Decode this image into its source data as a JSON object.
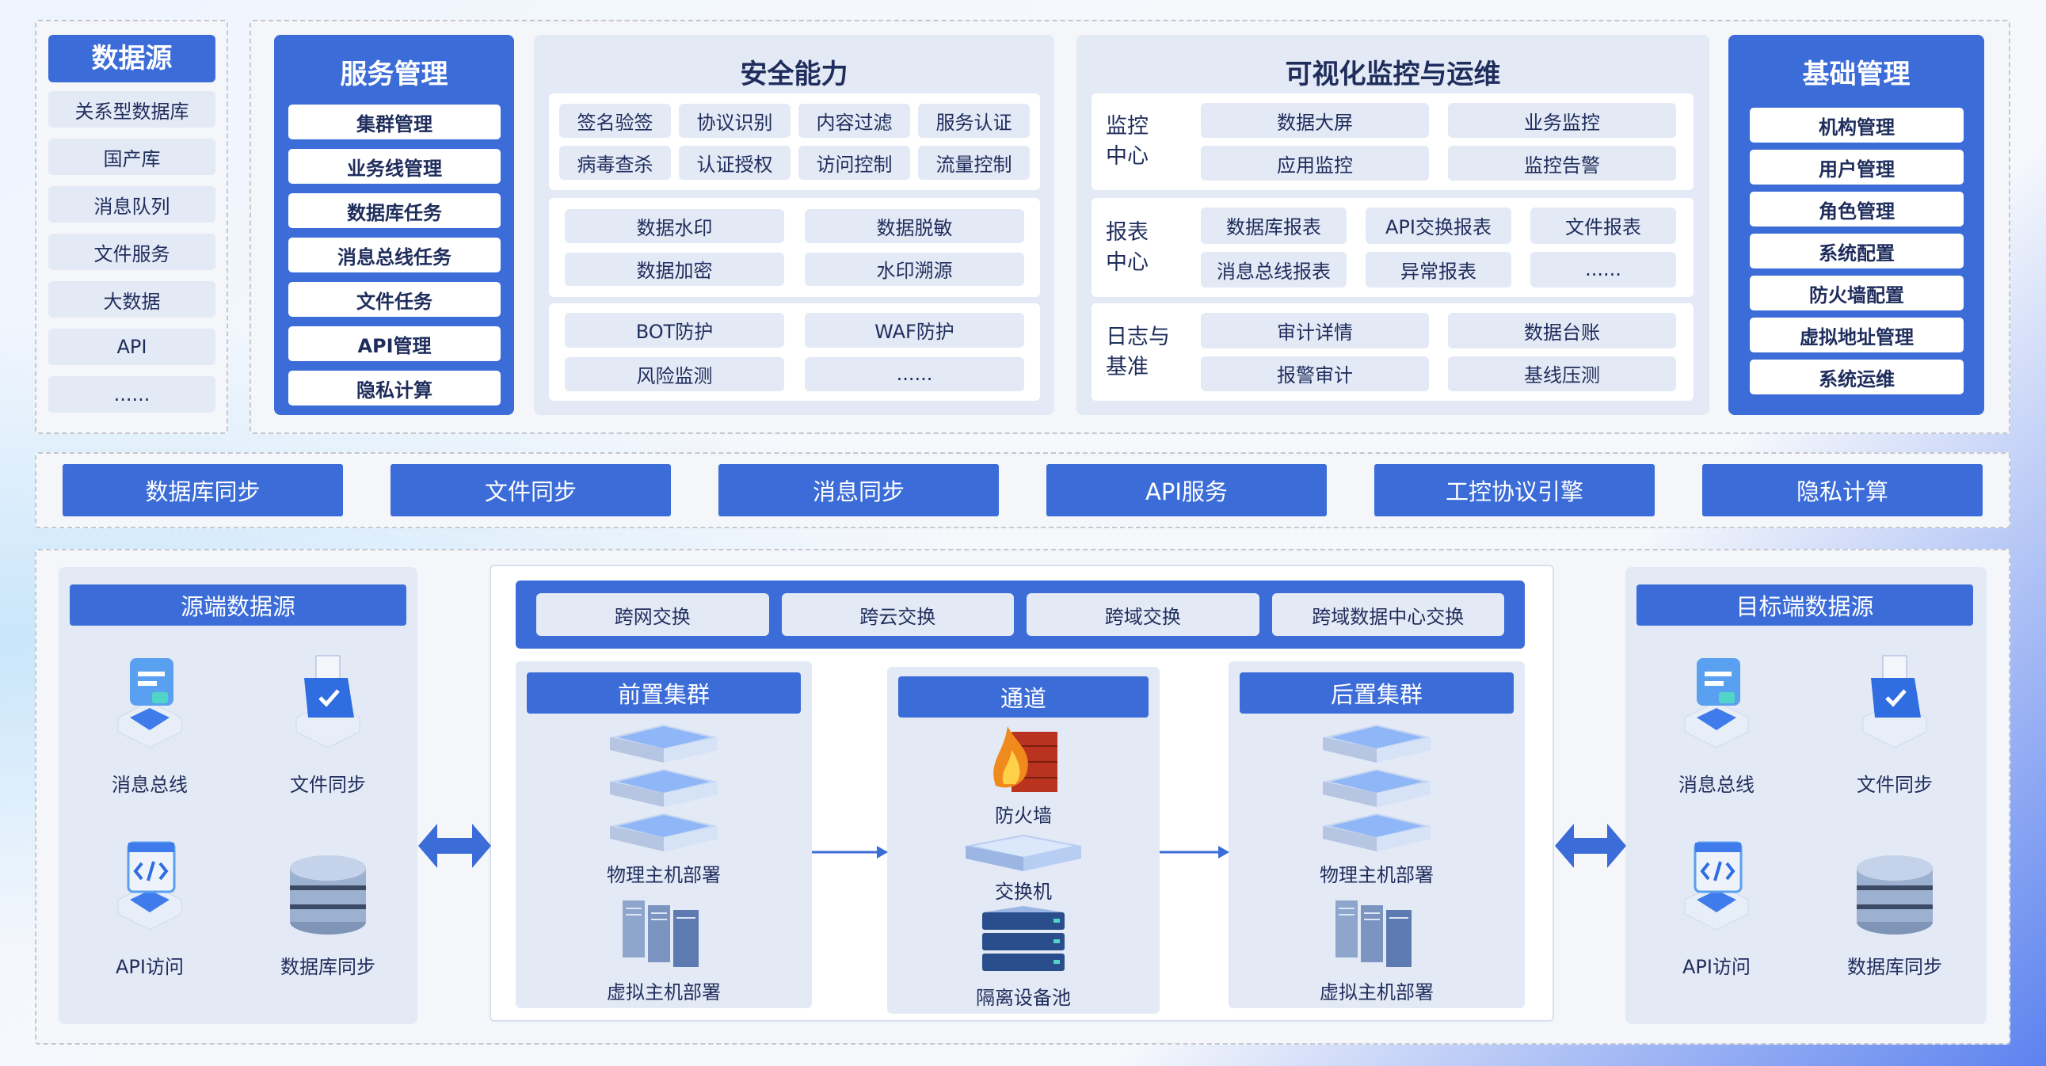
{
  "datasource": {
    "title": "数据源",
    "items": [
      "关系型数据库",
      "国产库",
      "消息队列",
      "文件服务",
      "大数据",
      "API",
      "......"
    ]
  },
  "service": {
    "title": "服务管理",
    "items": [
      "集群管理",
      "业务线管理",
      "数据库任务",
      "消息总线任务",
      "文件任务",
      "API管理",
      "隐私计算"
    ]
  },
  "security": {
    "title": "安全能力",
    "group1": [
      "签名验签",
      "协议识别",
      "内容过滤",
      "服务认证",
      "病毒查杀",
      "认证授权",
      "访问控制",
      "流量控制"
    ],
    "group2": [
      "数据水印",
      "数据脱敏",
      "数据加密",
      "水印溯源"
    ],
    "group3": [
      "BOT防护",
      "WAF防护",
      "风险监测",
      "......"
    ]
  },
  "monitor": {
    "title": "可视化监控与运维",
    "sections": [
      {
        "label1": "监控",
        "label2": "中心",
        "items": [
          "数据大屏",
          "业务监控",
          "应用监控",
          "监控告警"
        ]
      },
      {
        "label1": "报表",
        "label2": "中心",
        "items": [
          "数据库报表",
          "API交换报表",
          "文件报表",
          "消息总线报表",
          "异常报表",
          "......"
        ]
      },
      {
        "label1": "日志与",
        "label2": "基准",
        "items": [
          "审计详情",
          "数据台账",
          "报警审计",
          "基线压测"
        ]
      }
    ]
  },
  "basic": {
    "title": "基础管理",
    "items": [
      "机构管理",
      "用户管理",
      "角色管理",
      "系统配置",
      "防火墙配置",
      "虚拟地址管理",
      "系统运维"
    ]
  },
  "middle": [
    "数据库同步",
    "文件同步",
    "消息同步",
    "API服务",
    "工控协议引擎",
    "隐私计算"
  ],
  "source": {
    "title": "源端数据源",
    "items": [
      "消息总线",
      "文件同步",
      "API访问",
      "数据库同步"
    ]
  },
  "target": {
    "title": "目标端数据源",
    "items": [
      "消息总线",
      "文件同步",
      "API访问",
      "数据库同步"
    ]
  },
  "exchange": [
    "跨网交换",
    "跨云交换",
    "跨域交换",
    "跨域数据中心交换"
  ],
  "front": {
    "title": "前置集群",
    "physical": "物理主机部署",
    "virtual": "虚拟主机部署"
  },
  "channel": {
    "title": "通道",
    "firewall": "防火墙",
    "switch": "交换机",
    "pool": "隔离设备池"
  },
  "back": {
    "title": "后置集群",
    "physical": "物理主机部署",
    "virtual": "虚拟主机部署"
  }
}
